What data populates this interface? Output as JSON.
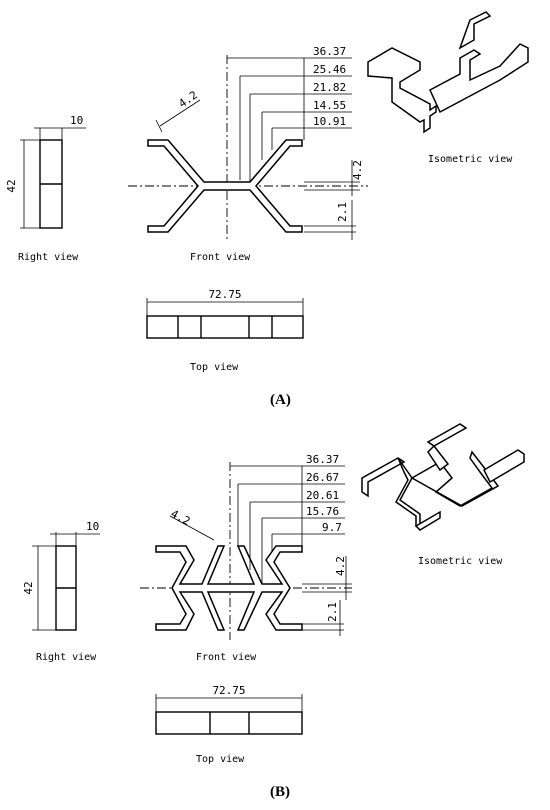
{
  "panel_a": {
    "label": "(A)",
    "right_view": {
      "title": "Right view",
      "width_dim": "10",
      "height_dim": "42"
    },
    "front_view": {
      "title": "Front view",
      "thickness_dim": "4.2",
      "side_dims": [
        "4.2",
        "2.1"
      ],
      "stack_dims": [
        "36.37",
        "25.46",
        "21.82",
        "14.55",
        "10.91"
      ]
    },
    "top_view": {
      "title": "Top view",
      "length_dim": "72.75"
    },
    "iso_view": {
      "title": "Isometric view"
    }
  },
  "panel_b": {
    "label": "(B)",
    "right_view": {
      "title": "Right view",
      "width_dim": "10",
      "height_dim": "42"
    },
    "front_view": {
      "title": "Front view",
      "thickness_dim": "4.2",
      "side_dims": [
        "4.2",
        "2.1"
      ],
      "stack_dims": [
        "36.37",
        "26.67",
        "20.61",
        "15.76",
        "9.7"
      ]
    },
    "top_view": {
      "title": "Top view",
      "length_dim": "72.75"
    },
    "iso_view": {
      "title": "Isometric view"
    }
  }
}
